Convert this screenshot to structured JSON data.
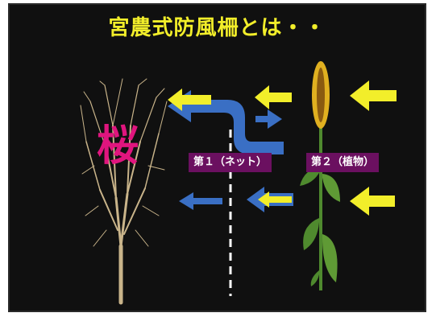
{
  "slide": {
    "title": "宮農式防風柵とは・・",
    "tree_label": "桜",
    "net_label": "第１（ネット）",
    "plant_label": "第２（植物）"
  },
  "colors": {
    "background": "#101010",
    "title": "#f2ee2a",
    "tree_label": "#e0157e",
    "label_bg": "#6b1060",
    "yellow_arrow": "#f2ee2a",
    "blue_arrow": "#3a6fc4",
    "net_line": "#ffffff",
    "tree_branches": "#c9b48a",
    "leaf_green": "#4f8a2e",
    "sunflower_yellow": "#e0b020"
  }
}
